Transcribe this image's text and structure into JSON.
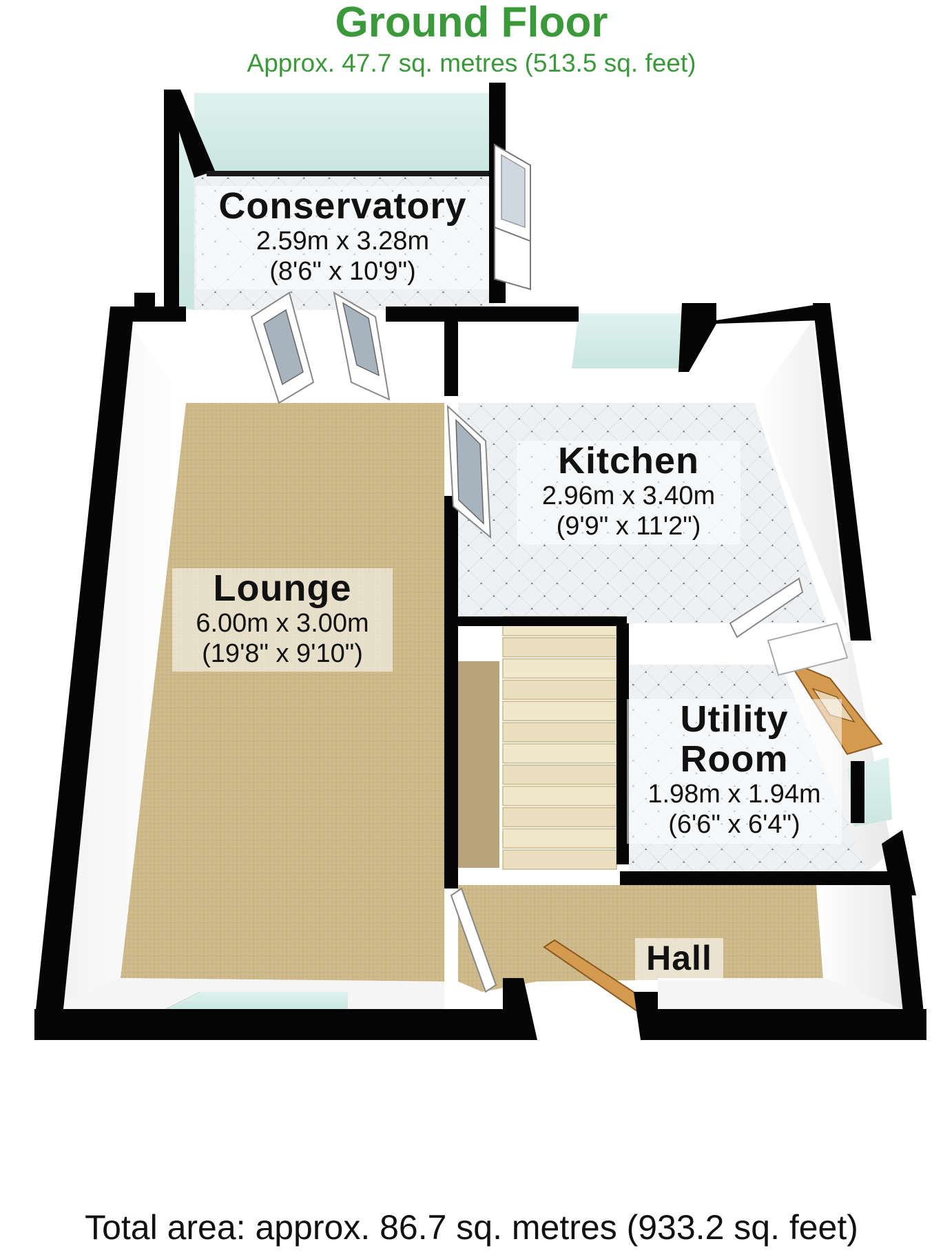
{
  "floor": {
    "title": "Ground Floor",
    "area": "Approx. 47.7 sq. metres (513.5 sq. feet)"
  },
  "rooms": {
    "conservatory": {
      "name": "Conservatory",
      "metric": "2.59m x 3.28m",
      "imperial": "(8'6\" x 10'9\")"
    },
    "kitchen": {
      "name": "Kitchen",
      "metric": "2.96m x 3.40m",
      "imperial": "(9'9\" x 11'2\")"
    },
    "lounge": {
      "name": "Lounge",
      "metric": "6.00m x 3.00m",
      "imperial": "(19'8\" x 9'10\")"
    },
    "utility": {
      "name_line1": "Utility",
      "name_line2": "Room",
      "metric": "1.98m x 1.94m",
      "imperial": "(6'6\" x 6'4\")"
    },
    "hall": {
      "name": "Hall"
    }
  },
  "total_area": "Total area: approx. 86.7 sq. metres (933.2 sq. feet)",
  "colors": {
    "title_green": "#3a9a3a",
    "wall": "#050505",
    "carpet": "#cdb98a",
    "tile_floor": "#eef0f2",
    "glass": "#d4ece6",
    "door_wood": "#d49a4e"
  }
}
